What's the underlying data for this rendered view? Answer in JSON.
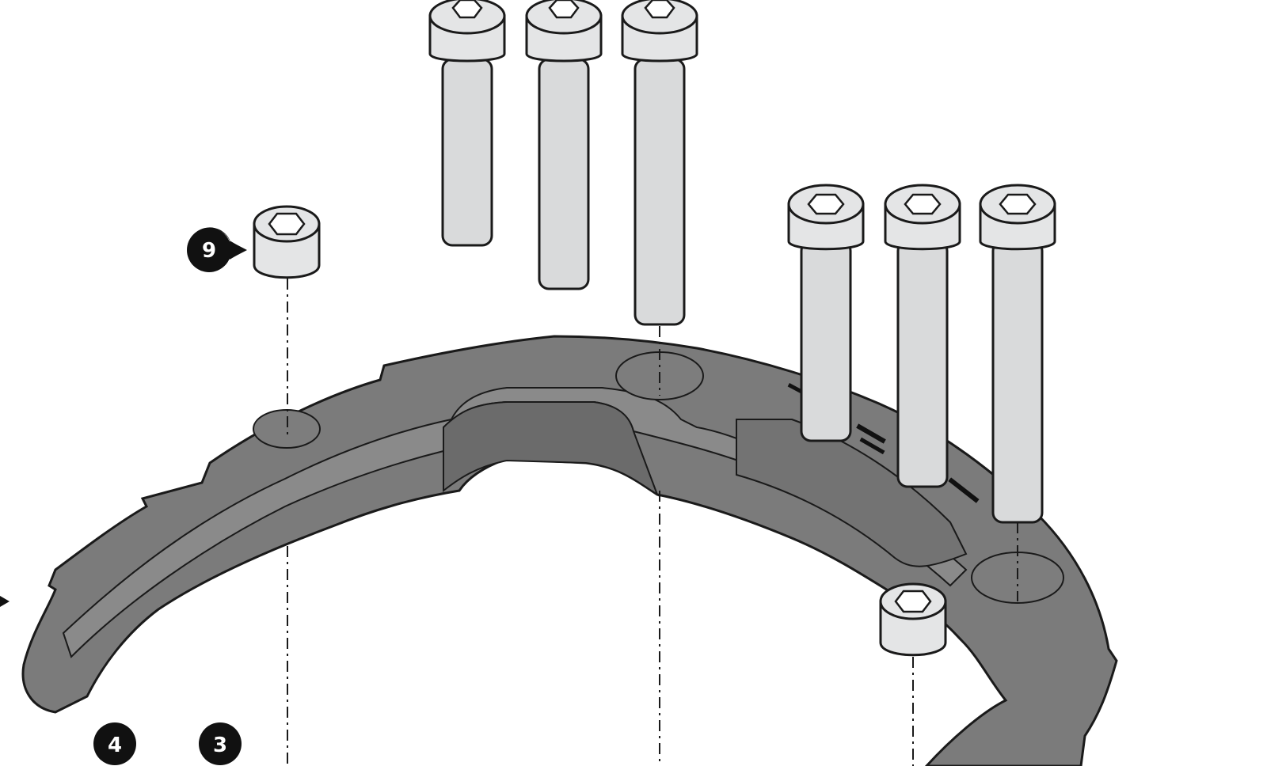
{
  "colors": {
    "background": "#ffffff",
    "ring_fill": "#7b7b7b",
    "ring_top": "#8a8a8a",
    "ring_side": "#6b6b6b",
    "outline": "#1a1a1a",
    "bolt_fill": "#d9dadb",
    "bolt_head": "#e4e5e6",
    "callout_fill": "#111111",
    "callout_text": "#ffffff"
  },
  "callouts": {
    "nine": "9",
    "four": "4",
    "three": "3"
  },
  "icons": {
    "bolt": "socket-cap-bolt-icon",
    "spacer": "hex-spacer-icon",
    "ring": "tank-ring-bracket"
  }
}
